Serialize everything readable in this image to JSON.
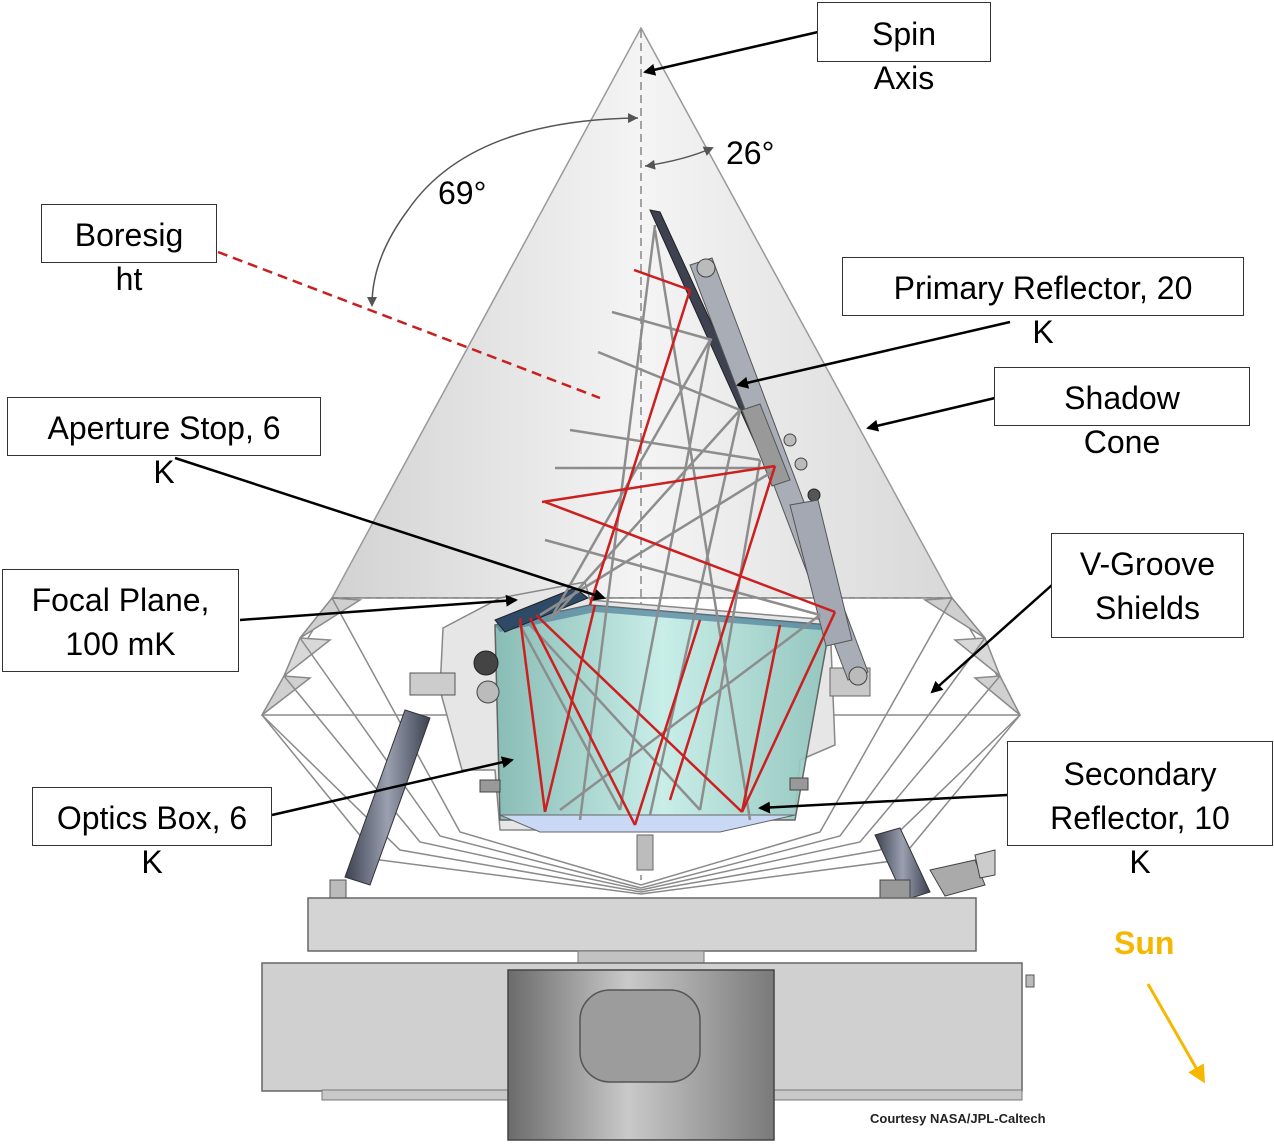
{
  "labels": {
    "spin_axis": "Spin\nAxis",
    "boresight": "Boresig\nht",
    "primary_reflector": "Primary Reflector, 20\nK",
    "shadow_cone": "Shadow\nCone",
    "aperture_stop": "Aperture Stop, 6\nK",
    "focal_plane": "Focal Plane,\n100 mK",
    "v_groove": "V-Groove\nShields",
    "optics_box": "Optics Box, 6\nK",
    "secondary_reflector": "Secondary\nReflector, 10\nK"
  },
  "angles": {
    "boresight_angle": "69°",
    "cone_half_angle": "26°"
  },
  "sun": {
    "label": "Sun",
    "color": "#f5b700"
  },
  "credit": "Courtesy NASA/JPL-Caltech",
  "colors": {
    "ray": "#cc1f1f",
    "optics_box": "#aee3dc",
    "cone": "#e4e4e4",
    "structure": "#c8c8c8"
  }
}
